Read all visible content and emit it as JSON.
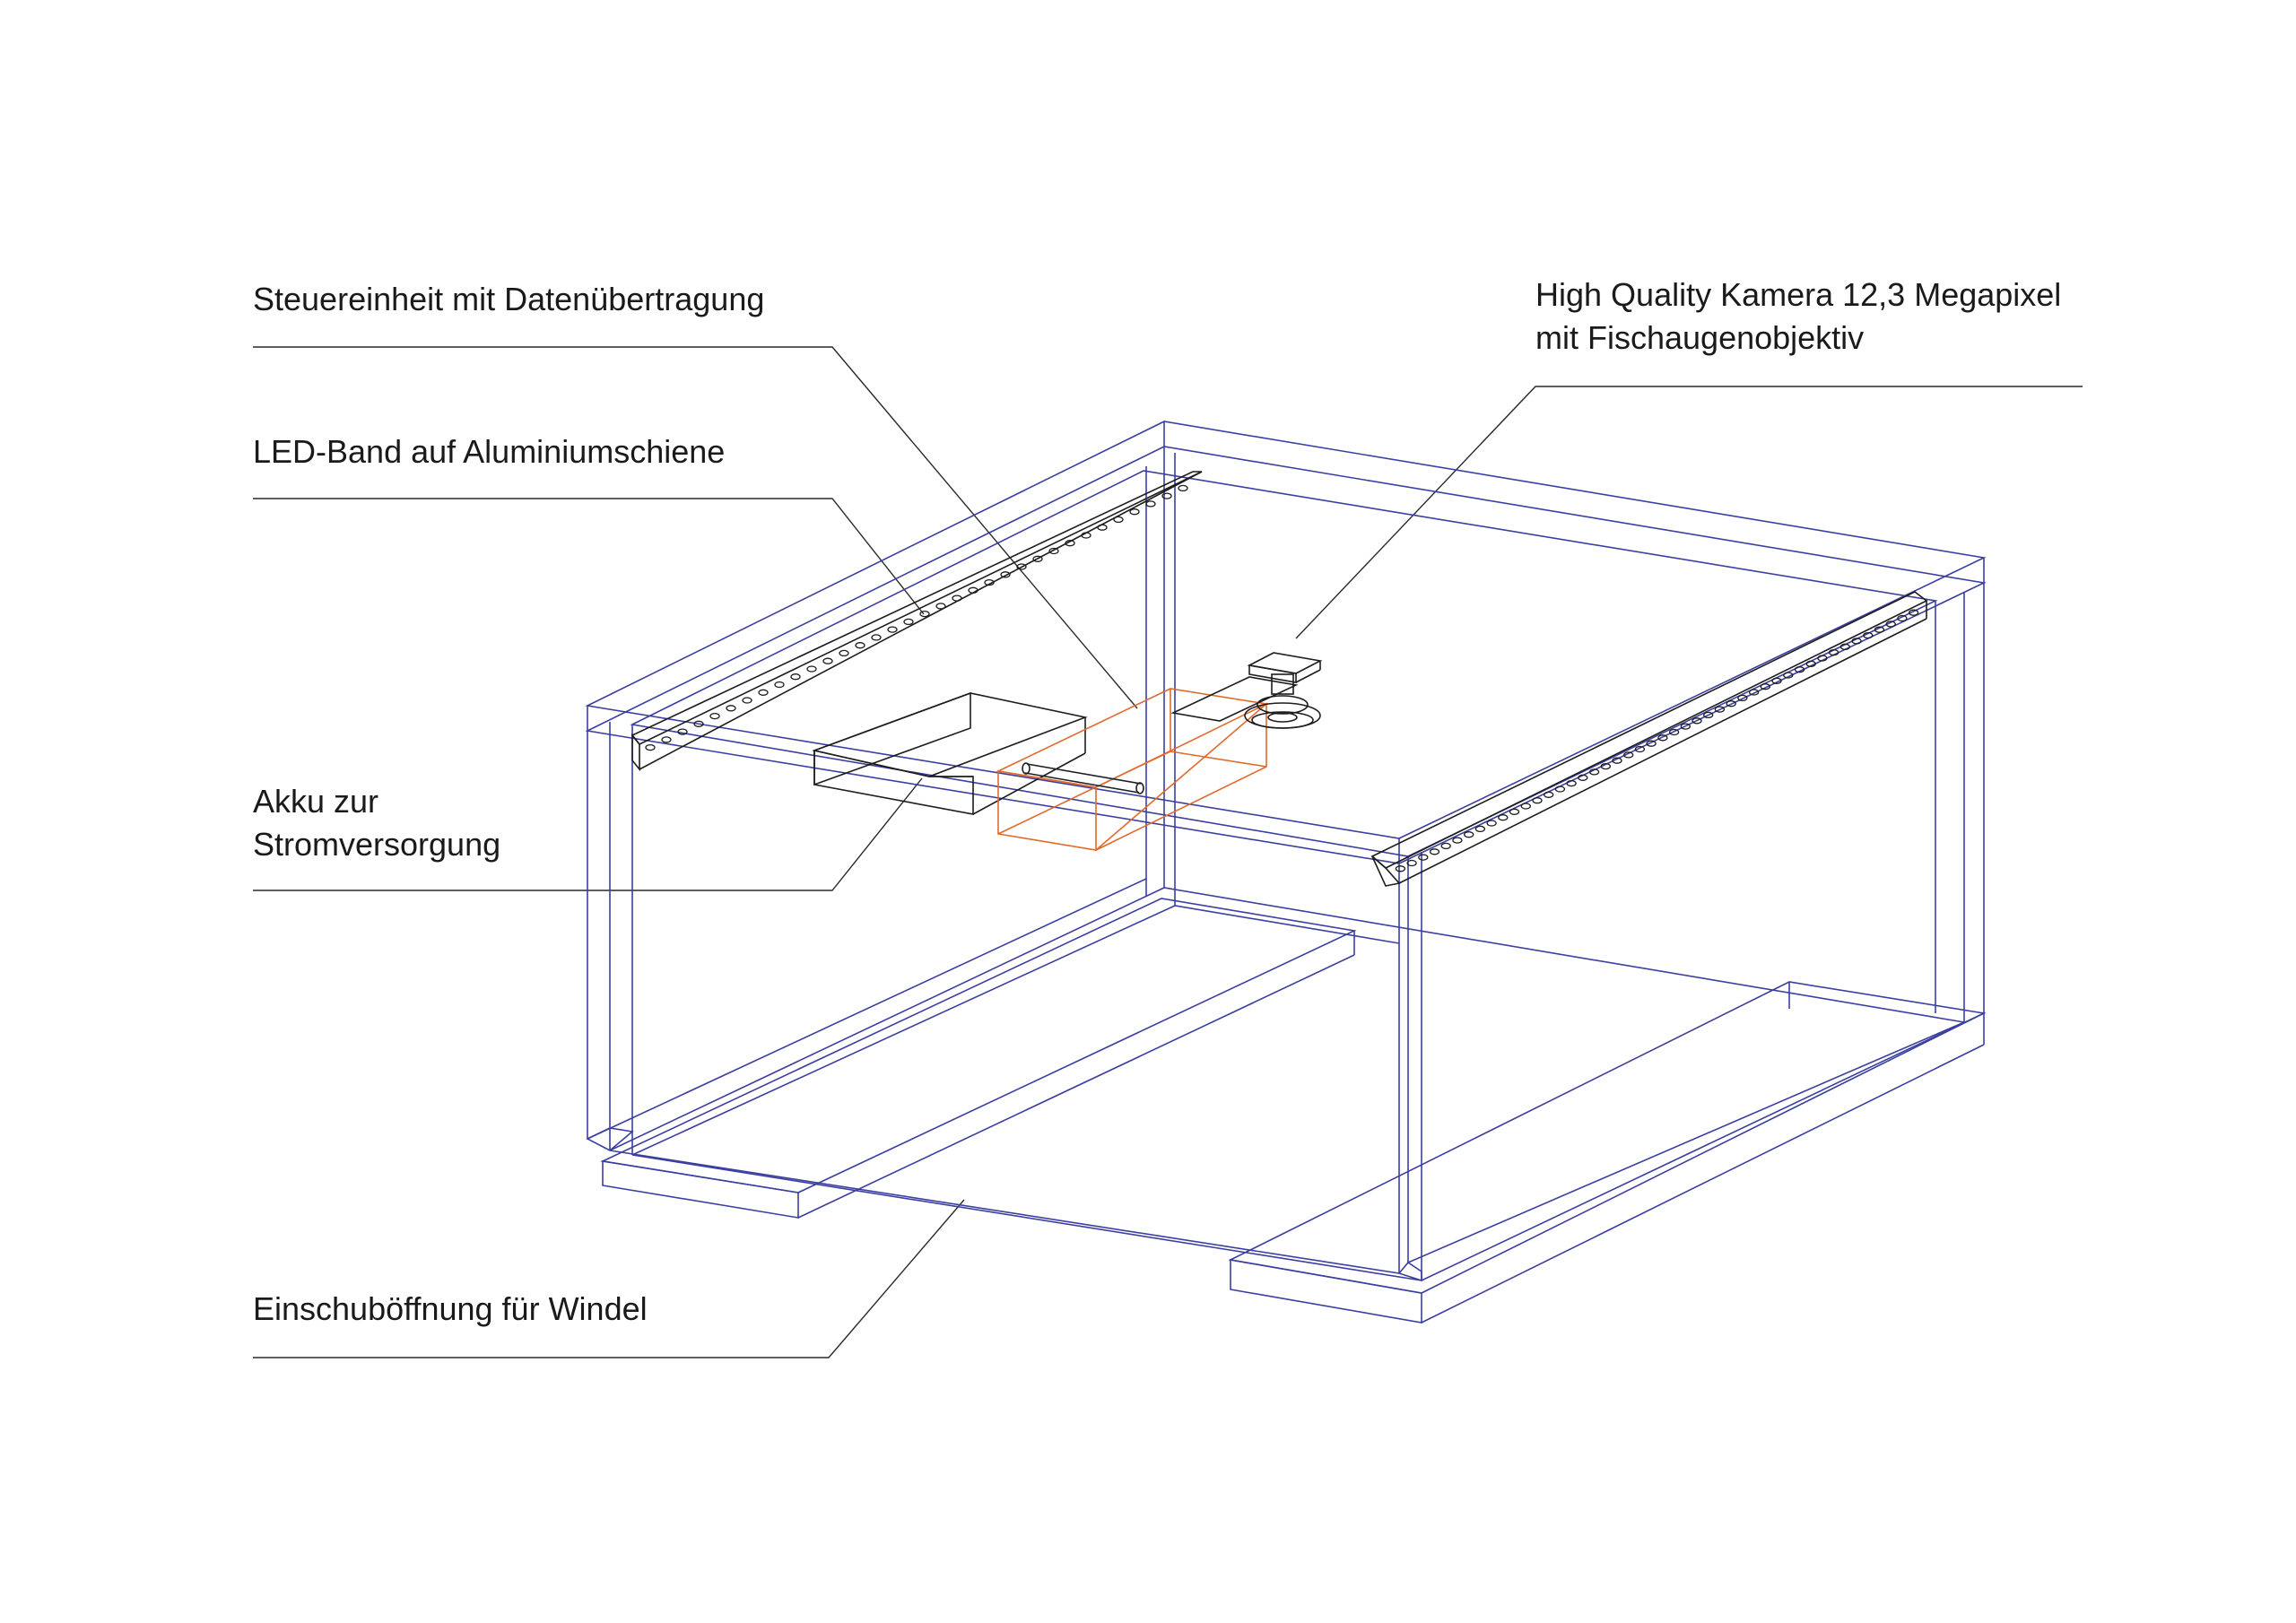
{
  "labels": {
    "steuereinheit": "Steuereinheit mit Datenübertragung",
    "led_band": "LED-Band auf Aluminiumschiene",
    "akku_line1": "Akku zur",
    "akku_line2": "Stromversorgung",
    "einschub": "Einschuböffnung für Windel",
    "kamera_line1": "High Quality Kamera 12,3 Megapixel",
    "kamera_line2": "mit Fischaugenobjektiv"
  },
  "colors": {
    "frame": "#3b3fa0",
    "component": "#1d1d1d",
    "control_unit": "#e06a2c",
    "leader": "#2a2a2a"
  }
}
